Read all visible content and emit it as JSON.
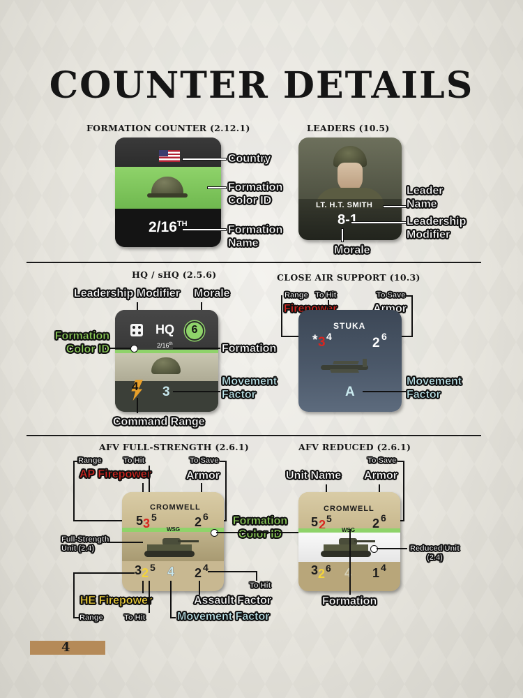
{
  "title": "COUNTER DETAILS",
  "page_number": "4",
  "formation": {
    "heading": "FORMATION COUNTER (2.12.1)",
    "counter_name": "2/16",
    "counter_sup": "TH",
    "labels": {
      "country": "Country",
      "color_id": "Formation\nColor ID",
      "name": "Formation\nName"
    }
  },
  "leaders": {
    "heading": "LEADERS (10.5)",
    "name": "LT. H.T. SMITH",
    "value": "8-1",
    "labels": {
      "leader_name": "Leader\nName",
      "leadership": "Leadership\nModifier",
      "morale": "Morale"
    }
  },
  "hq": {
    "heading": "HQ / sHQ (2.5.6)",
    "hq_text": "HQ",
    "morale_value": "6",
    "formation_text": "2/16",
    "formation_sup": "th",
    "command_range": "4",
    "movement": "3",
    "labels": {
      "leadership_modifier": "Leadership Modifier",
      "morale": "Morale",
      "color_id": "Formation\nColor ID",
      "formation": "Formation",
      "movement": "Movement\nFactor",
      "command_range": "Command Range"
    }
  },
  "cas": {
    "heading": "CLOSE AIR SUPPORT (10.3)",
    "name": "STUKA",
    "star": "*",
    "firepower": "3",
    "to_hit": "4",
    "armor": "2",
    "to_save": "6",
    "movement": "A",
    "labels": {
      "range": "Range",
      "to_hit": "To Hit",
      "firepower": "Firepower",
      "to_save": "To Save",
      "armor": "Armor",
      "movement": "Movement\nFactor"
    }
  },
  "afv_full": {
    "heading": "AFV FULL-STRENGTH (2.6.1)",
    "name": "CROMWELL",
    "formation": "WSG",
    "ap_range": "5",
    "ap_firepower": "3",
    "ap_to_hit": "5",
    "armor": "2",
    "to_save": "6",
    "he_range": "3",
    "he_firepower": "2",
    "he_to_hit": "5",
    "movement": "4",
    "assault": "2",
    "assault_to_hit": "4",
    "labels": {
      "range": "Range",
      "to_hit": "To Hit",
      "ap_firepower": "AP Firepower",
      "to_save": "To Save",
      "armor": "Armor",
      "full_strength": "Full-Strength\nUnit (2.4)",
      "he_firepower": "HE Firepower",
      "assault_to_hit": "To Hit",
      "assault": "Assault Factor",
      "movement": "Movement Factor",
      "he_range": "Range",
      "he_to_hit": "To Hit",
      "color_id": "Formation\nColor ID"
    }
  },
  "afv_reduced": {
    "heading": "AFV REDUCED (2.6.1)",
    "name": "CROMWELL",
    "formation": "WSG",
    "ap_range": "5",
    "ap_firepower": "2",
    "ap_to_hit": "5",
    "armor": "2",
    "to_save": "6",
    "he_range": "3",
    "he_firepower": "2",
    "he_to_hit": "6",
    "movement": "4",
    "assault": "1",
    "assault_to_hit": "4",
    "labels": {
      "to_save": "To Save",
      "unit_name": "Unit Name",
      "armor": "Armor",
      "reduced": "Reduced Unit\n(2.4)",
      "formation": "Formation"
    }
  }
}
